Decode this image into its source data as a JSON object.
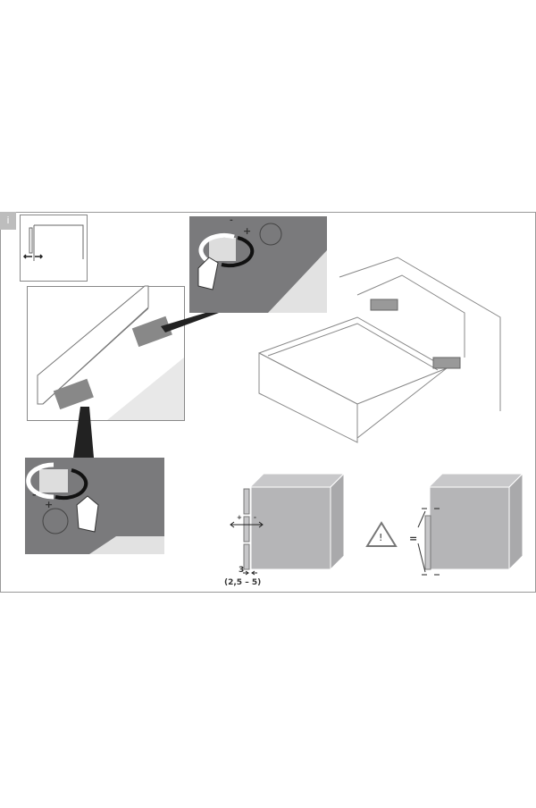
{
  "info_badge": "i",
  "top_zoom": {
    "minus": "-",
    "plus": "+"
  },
  "bottom_zoom": {
    "minus": "-",
    "plus": "+"
  },
  "left_cube": {
    "plus": "+",
    "minus": "-",
    "gap_value": "3",
    "gap_range": "(2,5 – 5)"
  },
  "right_cube": {
    "warning": "!",
    "equal_sign": "="
  },
  "colors": {
    "panel": "#b5b5b7",
    "dark": "#6e6e70",
    "frame": "#888888"
  }
}
